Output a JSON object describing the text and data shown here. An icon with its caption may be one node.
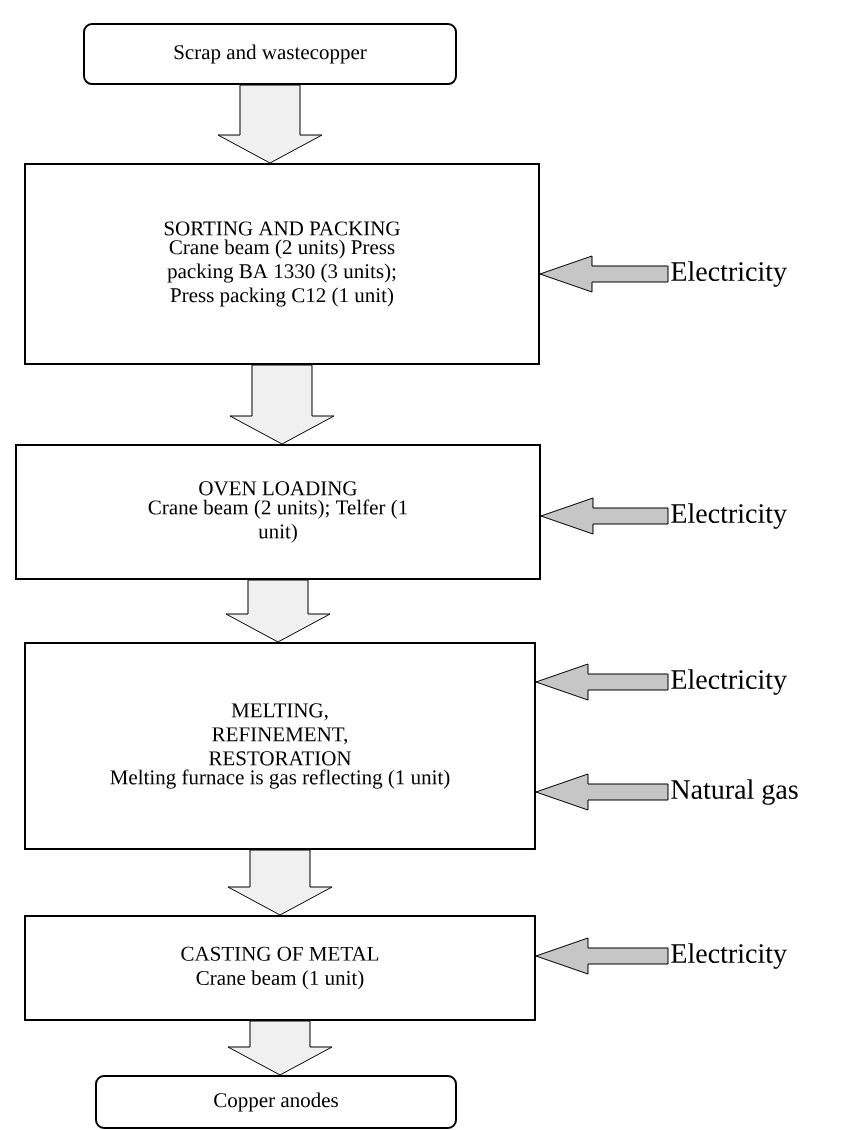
{
  "diagram": {
    "nodes": [
      {
        "text": [
          "Scrap and wastecopper"
        ]
      },
      {
        "text": [
          "SORTING AND PACKING",
          "Crane beam (2 units) Press packing BA 1330 (3 units); Press packing C12 (1 unit)"
        ]
      },
      {
        "text": [
          "OVEN LOADING",
          "Crane beam (2 units); Telfer (1 unit)"
        ]
      },
      {
        "text": [
          "MELTING, REFINEMENT, RESTORATION",
          "Melting furnace is gas reflecting (1 unit)"
        ]
      },
      {
        "text": [
          "CASTING OF METAL",
          "Crane beam (1 unit)"
        ]
      },
      {
        "text": [
          "Copper anodes"
        ]
      },
      {
        "text": [
          "Electricity"
        ]
      },
      {
        "text": [
          "Electricity"
        ]
      },
      {
        "text": [
          "Electricity"
        ]
      },
      {
        "text": [
          "Natural gas"
        ]
      },
      {
        "text": [
          "Electricity"
        ]
      }
    ],
    "edges": [
      {
        "from": 0,
        "to": 1,
        "arrow": "to"
      },
      {
        "from": 1,
        "to": 2,
        "arrow": "to"
      },
      {
        "from": 2,
        "to": 3,
        "arrow": "to"
      },
      {
        "from": 3,
        "to": 4,
        "arrow": "to"
      },
      {
        "from": 4,
        "to": 5,
        "arrow": "to"
      },
      {
        "from": 6,
        "to": 1,
        "arrow": "to"
      },
      {
        "from": 7,
        "to": 2,
        "arrow": "to"
      },
      {
        "from": 8,
        "to": 3,
        "arrow": "to"
      },
      {
        "from": 9,
        "to": 3,
        "arrow": "to"
      },
      {
        "from": 10,
        "to": 4,
        "arrow": "to"
      }
    ]
  }
}
